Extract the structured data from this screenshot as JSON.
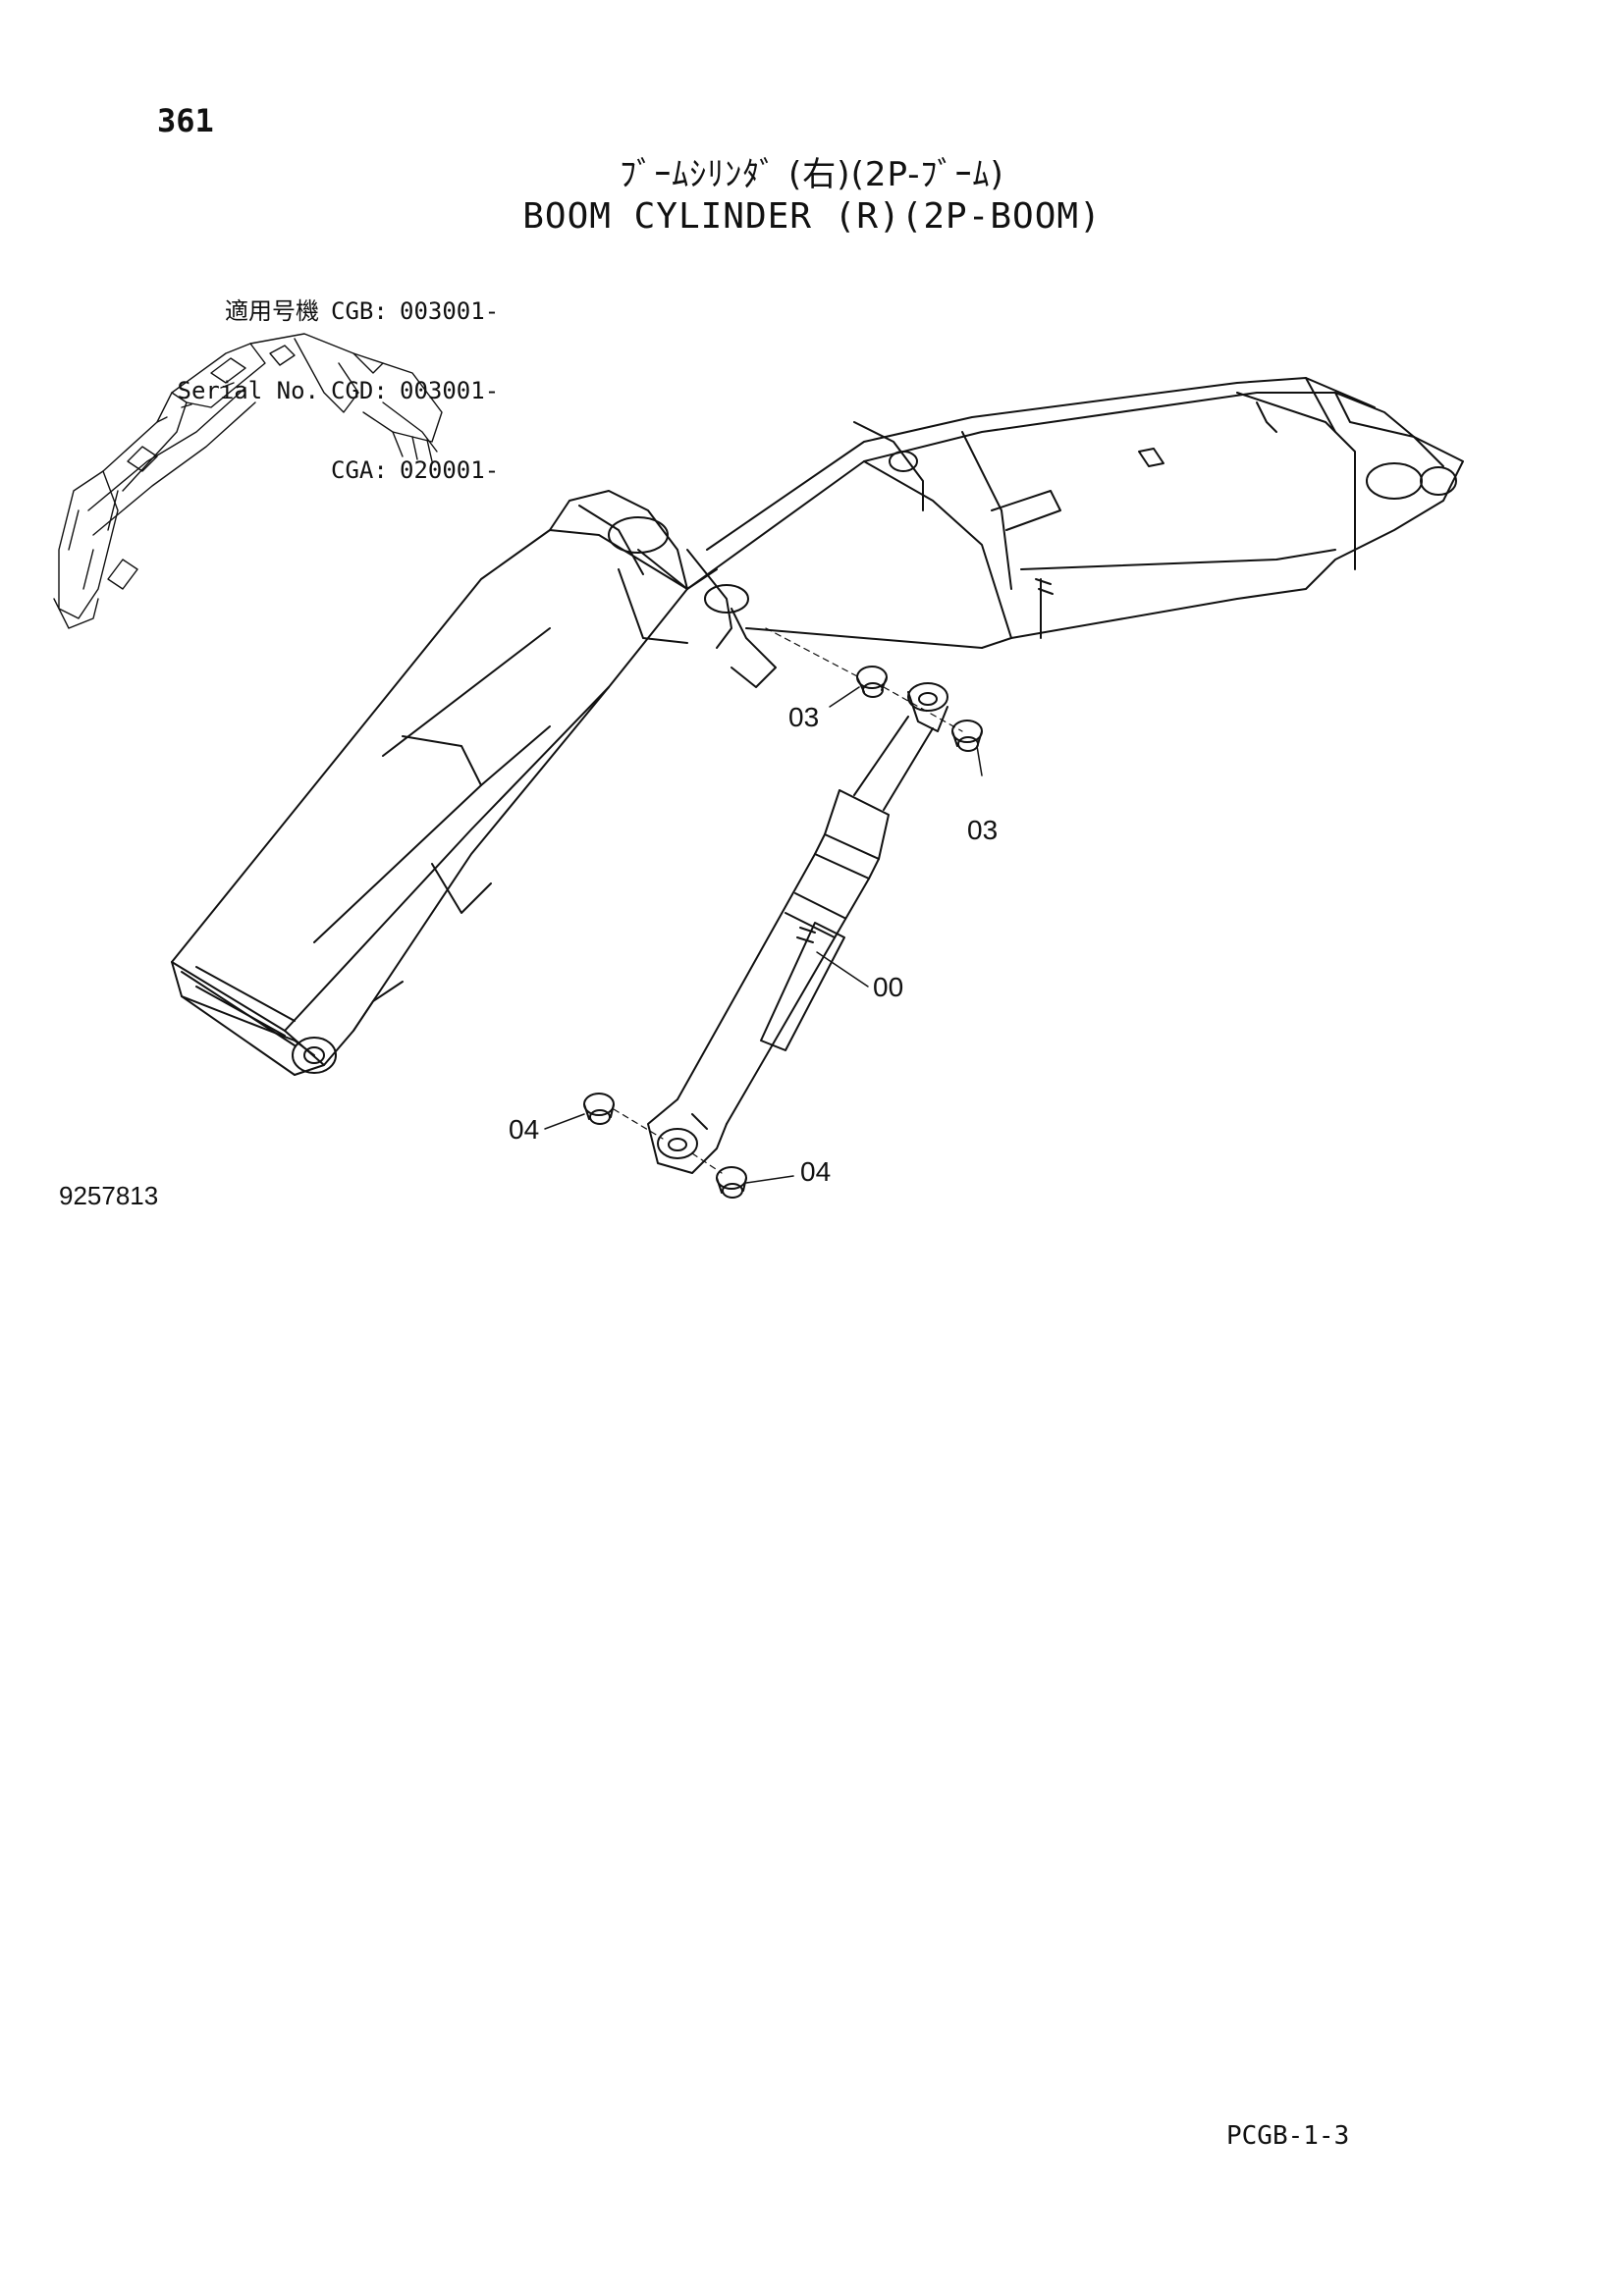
{
  "page": {
    "number": "361",
    "title_jp": "ﾌﾞｰﾑｼﾘﾝﾀﾞ (右)(2P-ﾌﾞｰﾑ)",
    "title_en": "BOOM CYLINDER (R)(2P-BOOM)",
    "figure_code": "9257813",
    "page_code": "PCGB-1-3"
  },
  "serial": {
    "label_jp": "適用号機",
    "label_en": "Serial No.",
    "rows": [
      {
        "model": "CGB:",
        "value": "003001-"
      },
      {
        "model": "CGD:",
        "value": "003001-"
      },
      {
        "model": "CGA:",
        "value": "020001-"
      }
    ]
  },
  "callouts": {
    "c1": "03",
    "c2": "03",
    "c3": "00",
    "c4": "04",
    "c5": "04"
  }
}
